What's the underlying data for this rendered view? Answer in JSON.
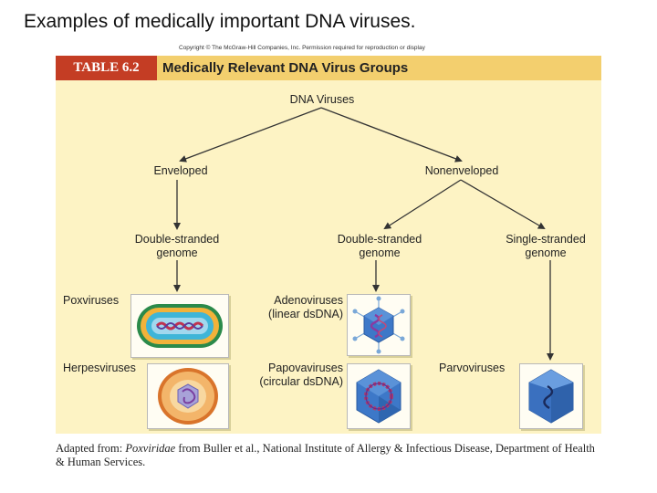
{
  "slide_title": "Examples of medically important DNA viruses.",
  "copyright": "Copyright © The McGraw-Hill Companies, Inc. Permission required for reproduction or display",
  "table": {
    "tag": "TABLE 6.2",
    "name": "Medically Relevant DNA Virus Groups"
  },
  "tree": {
    "root": "DNA Viruses",
    "enveloped": "Enveloped",
    "nonenveloped": "Nonenveloped",
    "env_ds_1": "Double-stranded",
    "env_ds_2": "genome",
    "nonenv_ds_1": "Double-stranded",
    "nonenv_ds_2": "genome",
    "ss_1": "Single-stranded",
    "ss_2": "genome"
  },
  "groups": {
    "poxviruses": "Poxviruses",
    "herpesviruses": "Herpesviruses",
    "adenoviruses_1": "Adenoviruses",
    "adenoviruses_2": "(linear dsDNA)",
    "papovaviruses_1": "Papovaviruses",
    "papovaviruses_2": "(circular dsDNA)",
    "parvoviruses": "Parvoviruses"
  },
  "footnote": {
    "prefix": "Adapted from: ",
    "source_italic": "Poxviridae",
    "rest": " from Buller et al., National Institute of Allergy & Infectious Disease, Department of Health & Human Services."
  },
  "colors": {
    "tag_red": "#c43d24",
    "header_gold": "#f3cf6e",
    "panel_cream": "#fdf3c4",
    "capsid_blue": "#3d78c8"
  }
}
